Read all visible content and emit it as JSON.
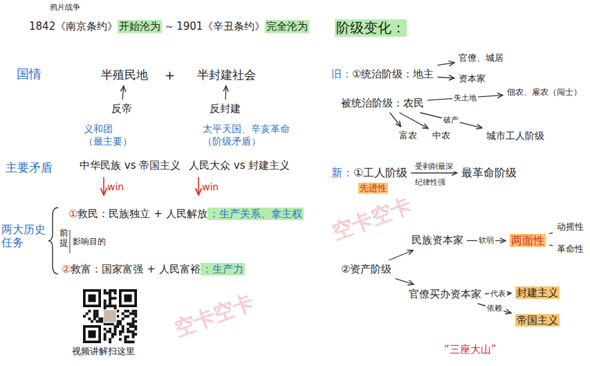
{
  "diagram": {
    "nodes": [
      {
        "text": [
          "半殖民地"
        ]
      },
      {
        "text": [
          "半封建社会"
        ]
      },
      {
        "text": [
          "反帝"
        ]
      },
      {
        "text": [
          "反封建"
        ]
      },
      {
        "text": [
          "义和团",
          "（最主要）"
        ]
      },
      {
        "text": [
          "太平天国、辛亥革命",
          "（阶级矛盾）"
        ]
      },
      {
        "text": [
          "中华民族 vs 帝国主义"
        ]
      },
      {
        "text": [
          "人民大众 vs 封建主义"
        ]
      },
      {
        "text": [
          "①",
          "救民：民族独立 + 人民解放",
          "：生产关系、拿主权"
        ]
      },
      {
        "text": [
          "②",
          "救富：国家富强 + 人民富裕",
          "：生产力"
        ]
      },
      {
        "text": [
          "旧：",
          "①统治阶级：地主"
        ]
      },
      {
        "text": [
          "官僚、城居"
        ]
      },
      {
        "text": [
          "资本家"
        ]
      },
      {
        "text": [
          "被统治阶级：农民"
        ]
      },
      {
        "text": [
          "佃农、雇农（闯士）"
        ]
      },
      {
        "text": [
          "城市工人阶级"
        ]
      },
      {
        "text": [
          "富农"
        ]
      },
      {
        "text": [
          "中农"
        ]
      },
      {
        "text": [
          "新：",
          "①工人阶级"
        ]
      },
      {
        "text": [
          "最革命阶级"
        ]
      },
      {
        "text": [
          "②资产阶级"
        ]
      },
      {
        "text": [
          "民族资本家"
        ]
      },
      {
        "text": [
          "两面性"
        ]
      },
      {
        "text": [
          "动摇性"
        ]
      },
      {
        "text": [
          "革命性"
        ]
      },
      {
        "text": [
          "官僚买办资本家"
        ]
      },
      {
        "text": [
          "封建主义"
        ]
      },
      {
        "text": [
          "帝国主义"
        ]
      }
    ],
    "edges": [
      {
        "from": 2,
        "to": 0,
        "arrow": "to"
      },
      {
        "from": 3,
        "to": 1,
        "arrow": "to"
      },
      {
        "from": 10,
        "to": 11,
        "arrow": "to"
      },
      {
        "from": 10,
        "to": 12,
        "arrow": "to"
      },
      {
        "from": 13,
        "to": 14,
        "label": "失土地",
        "arrow": "to"
      },
      {
        "from": 13,
        "to": 15,
        "label": "破产",
        "arrow": "to"
      },
      {
        "from": 13,
        "to": 16,
        "arrow": "to"
      },
      {
        "from": 13,
        "to": 17,
        "arrow": "to"
      },
      {
        "from": 18,
        "to": 19,
        "label": "受剥削最深",
        "arrow": "to"
      },
      {
        "from": 20,
        "to": 21,
        "arrow": "to"
      },
      {
        "from": 20,
        "to": 25,
        "arrow": "to"
      },
      {
        "from": 21,
        "to": 22,
        "label": "软弱",
        "arrow": "to"
      },
      {
        "from": 22,
        "to": 23,
        "arrow": "none"
      },
      {
        "from": 22,
        "to": 24,
        "arrow": "none"
      },
      {
        "from": 25,
        "to": 26,
        "label": "代表",
        "arrow": "to"
      },
      {
        "from": 25,
        "to": 27,
        "label": "依赖",
        "arrow": "to"
      }
    ],
    "labels": [
      "鸦片战争",
      "1842《南京条约》",
      "开始沦为",
      "～",
      "1901《辛丑条约》",
      "完全沦为",
      "阶级变化：",
      "国情",
      "主要矛盾",
      "两大历史任务",
      "+",
      "win",
      "win",
      "前提",
      "影响目的",
      "视频讲解扫这里",
      "纪律性强",
      "“三座大山”",
      "先进性",
      "空卡空卡",
      "空卡空卡"
    ]
  }
}
